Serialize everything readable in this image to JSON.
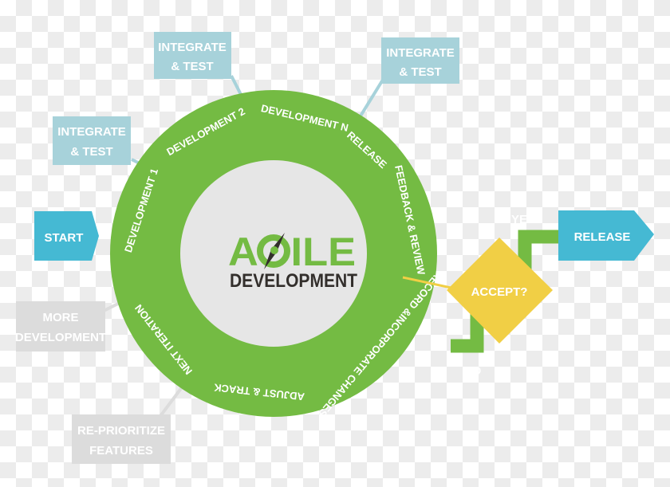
{
  "title": {
    "word_a": "A",
    "word_rest": "ILE",
    "word": "AGILE",
    "subtitle": "DEVELOPMENT"
  },
  "start": "START",
  "release_box": "RELEASE",
  "decision": {
    "label": "ACCEPT?",
    "yes": "YES",
    "no": "NO"
  },
  "integrate_boxes": [
    {
      "line1": "INTEGRATE",
      "line2": "& TEST"
    },
    {
      "line1": "INTEGRATE",
      "line2": "& TEST"
    },
    {
      "line1": "INTEGRATE",
      "line2": "& TEST"
    }
  ],
  "gray_boxes": [
    {
      "line1": "MORE",
      "line2": "DEVELOPMENT"
    },
    {
      "line1": "RE-PRIORITIZE",
      "line2": "FEATURES"
    }
  ],
  "ring_labels": [
    "DEVELOPMENT 1",
    "DEVELOPMENT 2",
    "DEVELOPMENT N",
    "RELEASE",
    "FEEDBACK & REVIEW",
    "RECORD &INCORPORATE CHANGES",
    "ADJUST & TRACK",
    "NEXT ITERATION"
  ],
  "colors": {
    "green": "#74bb43",
    "blue": "#45b9d3",
    "light_blue": "#a7d2da",
    "yellow": "#f1cf45",
    "gray_box": "#dcdcdc",
    "inner": "#e6e6e6",
    "dark": "#332f2c"
  }
}
